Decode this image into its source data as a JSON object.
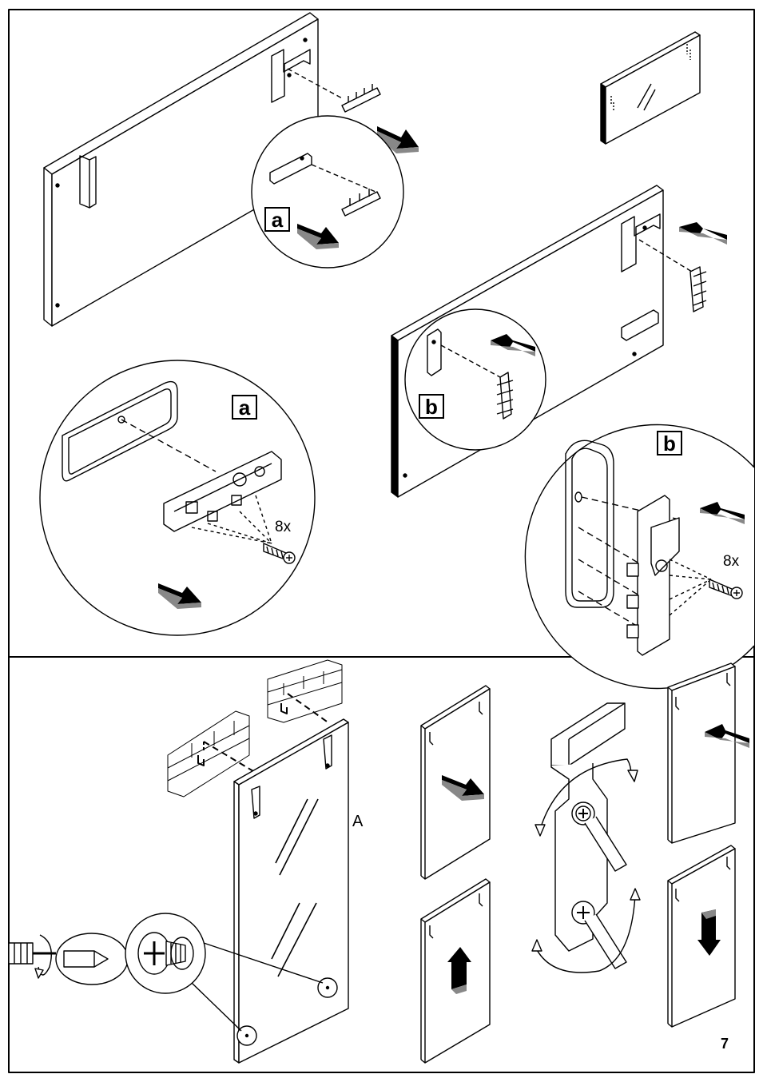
{
  "callouts": {
    "a_small": "a",
    "a_large": "a",
    "b_small": "b",
    "b_large": "b"
  },
  "quantities": {
    "left_detail": "8x",
    "right_detail": "8x"
  },
  "panel_label": "A",
  "page_number": "7",
  "icons": [
    "arrow-icon",
    "screw-icon",
    "screwdriver-icon",
    "rotate-arrow-icon",
    "hinge-bracket-icon",
    "mirror-glint-icon"
  ]
}
